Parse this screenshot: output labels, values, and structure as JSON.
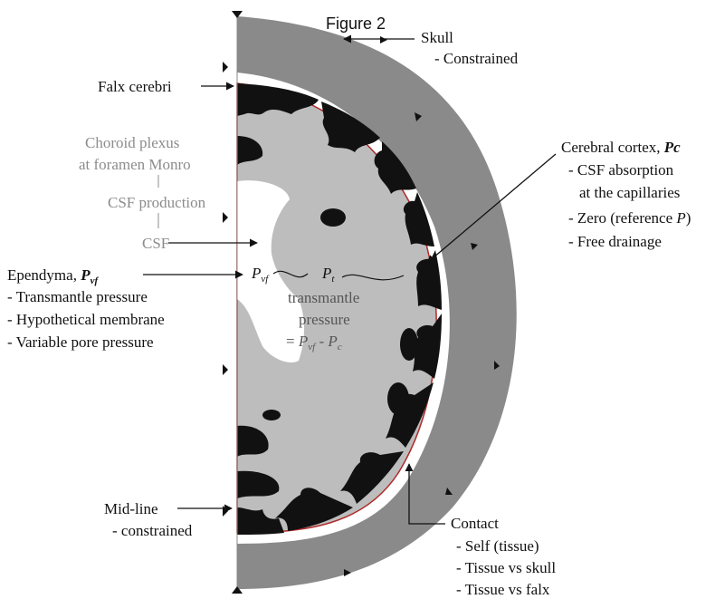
{
  "title": "Figure 2",
  "labels": {
    "skull": "Skull",
    "skull_sub": "- Constrained",
    "falx": "Falx cerebri",
    "choroid_1": "Choroid plexus",
    "choroid_2": "at foramen Monro",
    "csf_production": "CSF production",
    "csf": "CSF",
    "ependyma": "Ependyma, ",
    "ependyma_symbol": "P",
    "ependyma_symbol_sub": "vf",
    "ependyma_1": "- Transmantle pressure",
    "ependyma_2": "- Hypothetical membrane",
    "ependyma_3": "- Variable pore pressure",
    "cortex": "Cerebral cortex, ",
    "cortex_symbol": "Pc",
    "cortex_1": "- CSF absorption",
    "cortex_2": "at the capillaries",
    "cortex_3a": "- Zero (reference ",
    "cortex_3b": "P",
    "cortex_3c": ")",
    "cortex_4": "- Free drainage",
    "midline": "Mid-line",
    "midline_sub": "- constrained",
    "contact": "Contact",
    "contact_1": "- Self (tissue)",
    "contact_2": "- Tissue vs skull",
    "contact_3": "- Tissue vs falx"
  },
  "inner_labels": {
    "pvf": "P",
    "pvf_sub": "vf",
    "pt": "P",
    "pt_sub": "t",
    "pc_small": "P",
    "pc_small_sub": "c",
    "transmantle_1": "transmantle",
    "transmantle_2": "pressure",
    "eq_prefix": "= ",
    "eq_p1": "P",
    "eq_p1_sub": "vf",
    "eq_mid": " - ",
    "eq_p2": "P",
    "eq_p2_sub": "c"
  },
  "colors": {
    "skull": "#8a8a8a",
    "tissue": "#bdbdbd",
    "sulci": "#111111",
    "csf_space": "#ffffff",
    "cortex_outline": "#b02a2a",
    "arrow": "#111111"
  }
}
